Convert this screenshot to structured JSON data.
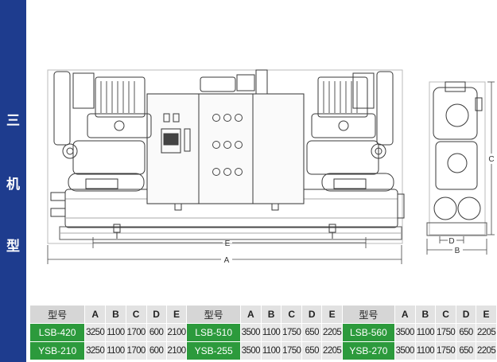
{
  "sidebar": {
    "chars": [
      "三",
      "机",
      "型"
    ],
    "color": "#1e3c8e"
  },
  "drawing": {
    "front_labels": {
      "a": "A",
      "e": "E"
    },
    "side_labels": {
      "b": "B",
      "c": "C",
      "d": "D"
    }
  },
  "table": {
    "model_header": "型号",
    "dim_headers": [
      "A",
      "B",
      "C",
      "D",
      "E"
    ],
    "highlight_color": "#2c9a3c",
    "groups": [
      {
        "rows": [
          {
            "model": "LSB-420",
            "values": [
              "3250",
              "1100",
              "1700",
              "600",
              "2100"
            ]
          },
          {
            "model": "YSB-210",
            "values": [
              "3250",
              "1100",
              "1700",
              "600",
              "2100"
            ]
          }
        ]
      },
      {
        "rows": [
          {
            "model": "LSB-510",
            "values": [
              "3500",
              "1100",
              "1750",
              "650",
              "2205"
            ]
          },
          {
            "model": "YSB-255",
            "values": [
              "3500",
              "1100",
              "1750",
              "650",
              "2205"
            ]
          }
        ]
      },
      {
        "rows": [
          {
            "model": "LSB-560",
            "values": [
              "3500",
              "1100",
              "1750",
              "650",
              "2205"
            ]
          },
          {
            "model": "YSB-270",
            "values": [
              "3500",
              "1100",
              "1750",
              "650",
              "2205"
            ]
          }
        ]
      }
    ]
  }
}
